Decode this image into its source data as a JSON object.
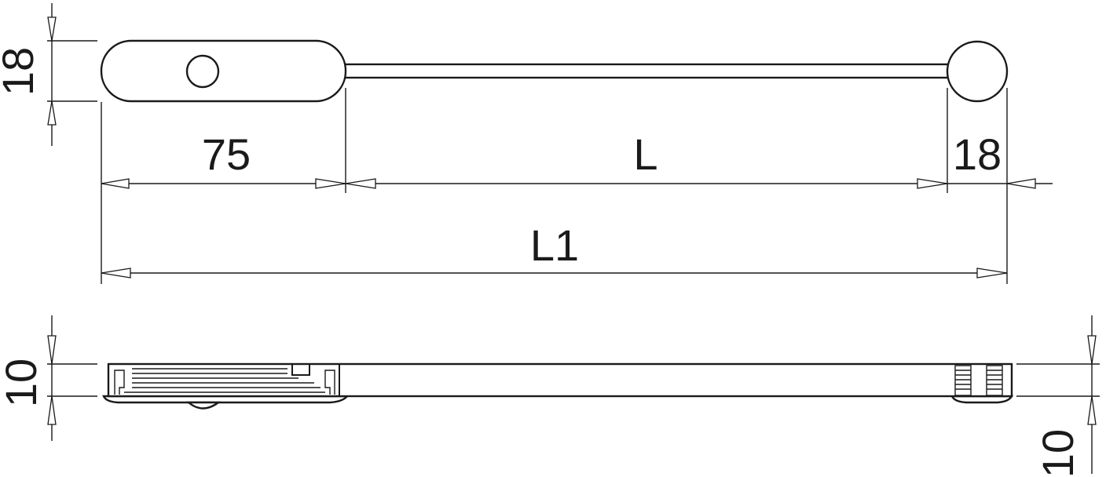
{
  "top_view": {
    "dim_height": "18",
    "dim_handle_length": "75",
    "dim_rod_length": "L",
    "dim_knob_diameter": "18",
    "dim_total_length": "L1"
  },
  "side_view": {
    "dim_left_height": "10",
    "dim_right_height": "10"
  }
}
